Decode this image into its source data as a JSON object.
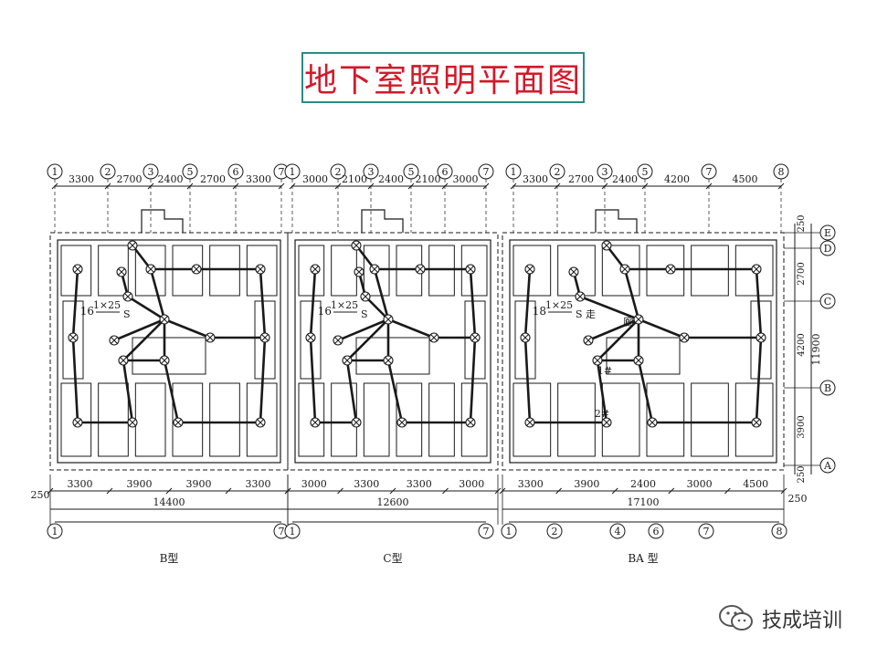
{
  "title": "地下室照明平面图",
  "panels": [
    {
      "label": "B型",
      "top_axes": [
        "1",
        "2",
        "3",
        "5",
        "6",
        "7"
      ],
      "top_dims": [
        "3300",
        "2700",
        "2400",
        "2700",
        "3300"
      ],
      "bottom_dims": [
        "3300",
        "3900",
        "3900",
        "3300"
      ],
      "total": "14400",
      "bottom_axes": [
        "1",
        "7"
      ],
      "circuit_note": {
        "num": "16",
        "frac": "1×25",
        "suffix": "S"
      }
    },
    {
      "label": "C型",
      "top_axes": [
        "1",
        "2",
        "3",
        "5",
        "6",
        "7"
      ],
      "top_dims": [
        "3000",
        "2100",
        "2400",
        "2100",
        "3000"
      ],
      "bottom_dims": [
        "3000",
        "3300",
        "3300",
        "3000"
      ],
      "total": "12600",
      "bottom_axes": [
        "1",
        "7"
      ],
      "circuit_note": {
        "num": "16",
        "frac": "1×25",
        "suffix": "S"
      }
    },
    {
      "label": "BA 型",
      "top_axes": [
        "1",
        "2",
        "3",
        "5",
        "7",
        "8"
      ],
      "top_dims": [
        "3300",
        "2700",
        "2400",
        "4200",
        "4500"
      ],
      "bottom_dims": [
        "3300",
        "3900",
        "2400",
        "3000",
        "4500"
      ],
      "total": "17100",
      "bottom_axes": [
        "1",
        "2",
        "4",
        "6",
        "7",
        "8"
      ],
      "circuit_note": {
        "num": "18",
        "frac": "1×25",
        "suffix": "S 走"
      },
      "room_labels": [
        "廊",
        "1#",
        "2#"
      ]
    }
  ],
  "right_axes": [
    "E",
    "D",
    "C",
    "B",
    "A"
  ],
  "right_dims": [
    "250",
    "2700",
    "4200",
    "3900",
    "250"
  ],
  "right_total": "11900",
  "edge_dim": "250",
  "watermark": "技成培训",
  "colors": {
    "title": "#d11a2a",
    "title_border": "#2a8c86",
    "ink": "#1a1a1a"
  }
}
